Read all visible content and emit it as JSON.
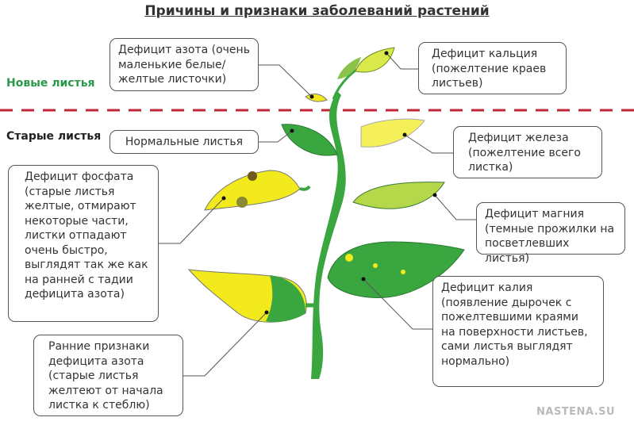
{
  "title": "Причины и признаки заболеваний растений",
  "sections": {
    "new_leaves": "Новые листья",
    "old_leaves": "Старые листья"
  },
  "callouts": {
    "nitrogen_new": "Дефицит азота (очень маленькие белые/ желтые листочки)",
    "calcium": "Дефицит кальция (пожелтение краев листьев)",
    "normal": "Нормальные листья",
    "iron": "Дефицит железа (пожелтение всего листка)",
    "phosphate": "Дефицит фосфата (старые листья желтые, отмирают некоторые части, листки отпадают очень быстро, выглядят так же как на ранней с тадии дефицита азота)",
    "magnesium": "Дефицит магния (темные прожилки на посветлевших листья)",
    "potassium": "Дефицит калия (появление дырочек с пожелтевшими краями на поверхности листьев, сами листья выглядят нормально)",
    "nitrogen_early": "Ранние признаки дефицита азота (старые листья желтеют от начала листка к стеблю)"
  },
  "watermark": "NASTENA.SU",
  "colors": {
    "green": "#3aa640",
    "yellow": "#f2ea1c",
    "divider": "#c0283a",
    "new_label": "#2a9a4a"
  }
}
